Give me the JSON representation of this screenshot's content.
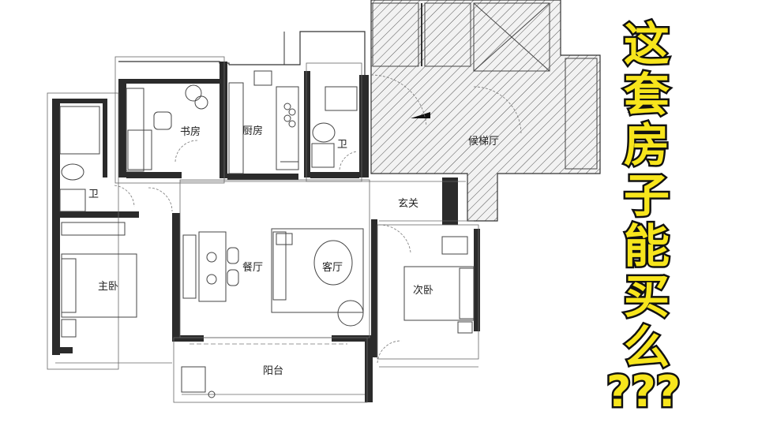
{
  "rooms": {
    "study": "书房",
    "kitchen": "厨房",
    "bath_top": "卫",
    "bath_left": "卫",
    "elevator_hall": "候梯厅",
    "entrance": "玄关",
    "master_bedroom": "主卧",
    "dining": "餐厅",
    "living": "客厅",
    "second_bedroom": "次卧",
    "balcony": "阳台"
  },
  "headline": {
    "chars": [
      "这",
      "套",
      "房",
      "子",
      "能",
      "买",
      "么"
    ],
    "question": "???",
    "fill_color": "#f7e51c",
    "stroke_color": "#111111"
  }
}
